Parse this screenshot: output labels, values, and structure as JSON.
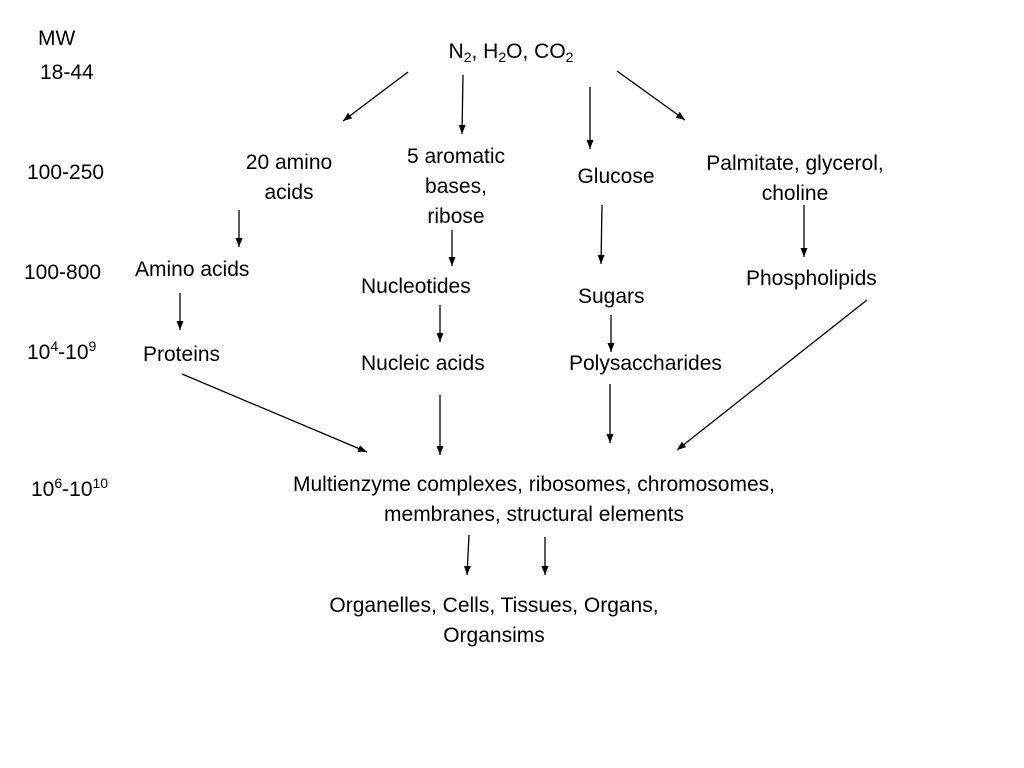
{
  "mw": {
    "header": "MW",
    "range_small": "18-44",
    "range_monomers": "100-250",
    "range_building_blocks": "100-800",
    "range_macromolecules": {
      "base1": "10",
      "exp1": "4",
      "sep": "-10",
      "exp2": "9"
    },
    "range_assemblies": {
      "base1": "10",
      "exp1": "6",
      "sep": "-10",
      "exp2": "10"
    }
  },
  "nodes": {
    "precursors": {
      "n": "N",
      "n_sub": "2",
      "sep1": ", H",
      "h_sub": "2",
      "o": "O, CO",
      "co_sub": "2"
    },
    "amino_monomers": {
      "line1": "20 amino",
      "line2": "acids"
    },
    "aromatic_bases": {
      "line1": "5 aromatic",
      "line2": "bases,",
      "line3": "ribose"
    },
    "glucose": "Glucose",
    "lipid_precursors": {
      "line1": "Palmitate, glycerol,",
      "line2": "choline"
    },
    "amino_acids": "Amino acids",
    "nucleotides": "Nucleotides",
    "sugars": "Sugars",
    "phospholipids": "Phospholipids",
    "proteins": "Proteins",
    "nucleic_acids": "Nucleic acids",
    "polysaccharides": "Polysaccharides",
    "assemblies": {
      "line1": "Multienzyme complexes, ribosomes, chromosomes,",
      "line2": "membranes, structural elements"
    },
    "organisms": {
      "line1": "Organelles, Cells, Tissues, Organs,",
      "line2": "Organsims"
    }
  },
  "edges": [
    {
      "from": "precursors",
      "to": "amino_monomers"
    },
    {
      "from": "precursors",
      "to": "aromatic_bases"
    },
    {
      "from": "precursors",
      "to": "glucose"
    },
    {
      "from": "precursors",
      "to": "lipid_precursors"
    },
    {
      "from": "amino_monomers",
      "to": "amino_acids"
    },
    {
      "from": "aromatic_bases",
      "to": "nucleotides"
    },
    {
      "from": "glucose",
      "to": "sugars"
    },
    {
      "from": "lipid_precursors",
      "to": "phospholipids"
    },
    {
      "from": "amino_acids",
      "to": "proteins"
    },
    {
      "from": "nucleotides",
      "to": "nucleic_acids"
    },
    {
      "from": "sugars",
      "to": "polysaccharides"
    },
    {
      "from": "proteins",
      "to": "assemblies"
    },
    {
      "from": "nucleic_acids",
      "to": "assemblies"
    },
    {
      "from": "polysaccharides",
      "to": "assemblies"
    },
    {
      "from": "phospholipids",
      "to": "assemblies"
    },
    {
      "from": "assemblies",
      "to": "organisms"
    },
    {
      "from": "assemblies",
      "to": "organisms"
    }
  ]
}
